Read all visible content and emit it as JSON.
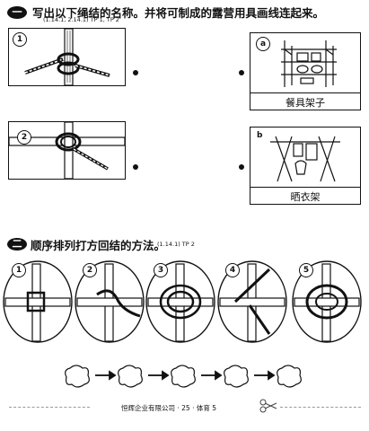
{
  "section1": {
    "number": "一",
    "title": "写出以下绳结的名称。并将可制成的露营用具画线连起来。",
    "ref": "(1.14.1, 2.14.1) TP 1, TP 2",
    "knots": [
      {
        "label": "1"
      },
      {
        "label": "2"
      }
    ],
    "items": [
      {
        "label": "a",
        "caption": "餐具架子"
      },
      {
        "label": "b",
        "caption": "晒衣架"
      }
    ]
  },
  "section2": {
    "number": "二",
    "title": "顺序排列打方回结的方法。",
    "ref": "(1.14.1) TP 2",
    "steps": [
      {
        "label": "1"
      },
      {
        "label": "2"
      },
      {
        "label": "3"
      },
      {
        "label": "4"
      },
      {
        "label": "5"
      }
    ],
    "answer_slot_count": 5
  },
  "footer": {
    "publisher": "恒辉企业有限公司",
    "page": "· 25 ·",
    "subject": "体育",
    "grade_mark": "5"
  }
}
